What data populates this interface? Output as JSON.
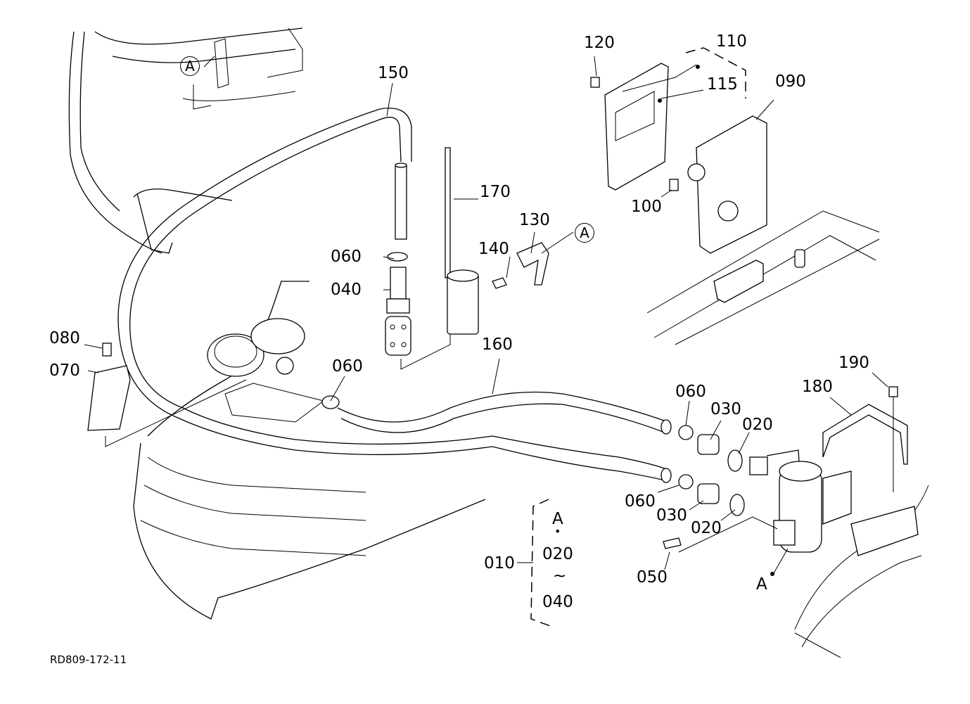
{
  "diagram": {
    "drawing_code": "RD809-172-11",
    "part_labels": [
      {
        "id": "p150",
        "text": "150"
      },
      {
        "id": "p170",
        "text": "170"
      },
      {
        "id": "p130",
        "text": "130"
      },
      {
        "id": "p140",
        "text": "140"
      },
      {
        "id": "p060a",
        "text": "060"
      },
      {
        "id": "p040",
        "text": "040"
      },
      {
        "id": "p080",
        "text": "080"
      },
      {
        "id": "p070",
        "text": "070"
      },
      {
        "id": "p060b",
        "text": "060"
      },
      {
        "id": "p160",
        "text": "160"
      },
      {
        "id": "p120",
        "text": "120"
      },
      {
        "id": "p110",
        "text": "110"
      },
      {
        "id": "p115",
        "text": "115"
      },
      {
        "id": "p090",
        "text": "090"
      },
      {
        "id": "p100",
        "text": "100"
      },
      {
        "id": "p190",
        "text": "190"
      },
      {
        "id": "p180",
        "text": "180"
      },
      {
        "id": "p060c",
        "text": "060"
      },
      {
        "id": "p030a",
        "text": "030"
      },
      {
        "id": "p020a",
        "text": "020"
      },
      {
        "id": "p060d",
        "text": "060"
      },
      {
        "id": "p030b",
        "text": "030"
      },
      {
        "id": "p020b",
        "text": "020"
      },
      {
        "id": "p050",
        "text": "050"
      },
      {
        "id": "p010",
        "text": "010"
      }
    ],
    "callouts": {
      "circle_a1": "A",
      "circle_a2": "A",
      "point_a": "A"
    },
    "assembly_group": {
      "label": "010",
      "line1": "A",
      "line2": "•",
      "line3": "020",
      "line4": "~",
      "line5": "040"
    }
  }
}
